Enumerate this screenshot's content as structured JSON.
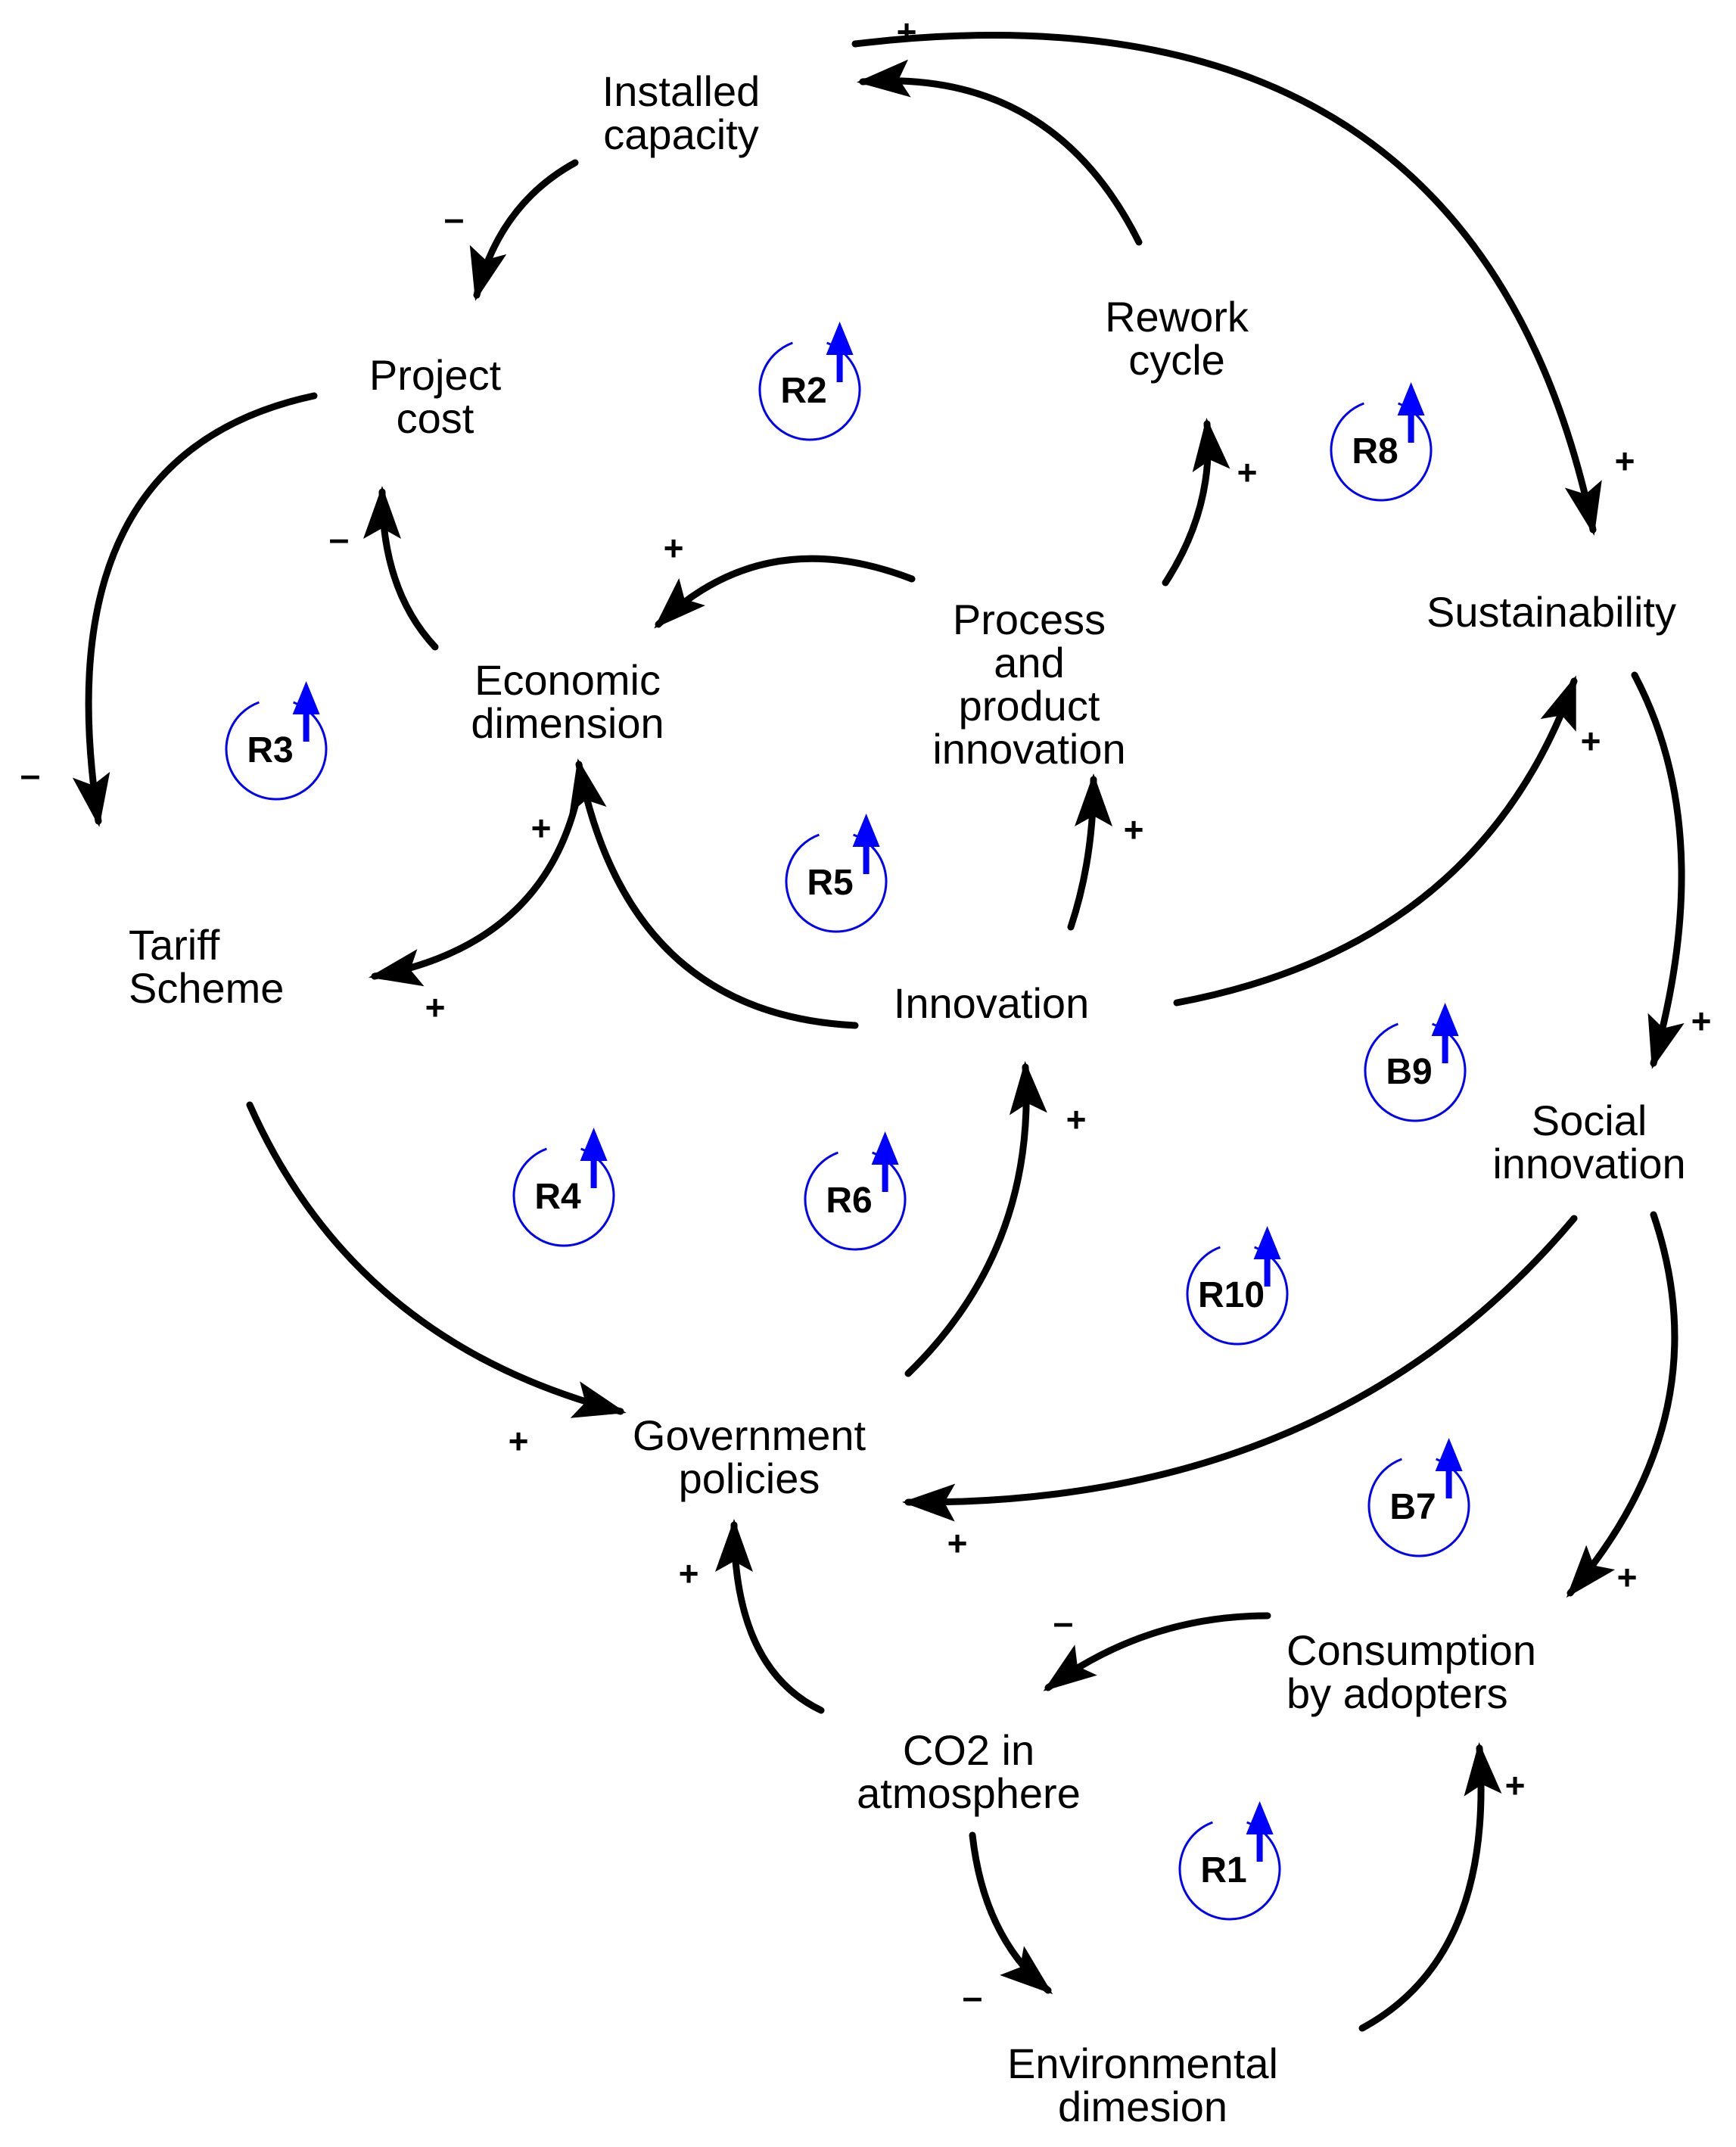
{
  "nodes": {
    "installed_capacity": [
      "Installed",
      "capacity"
    ],
    "project_cost": [
      "Project",
      "cost"
    ],
    "rework_cycle": [
      "Rework",
      "cycle"
    ],
    "sustainability": [
      "Sustainability"
    ],
    "economic_dimension": [
      "Economic",
      "dimension"
    ],
    "process_product_innovation": [
      "Process",
      "and",
      "product",
      "innovation"
    ],
    "tariff_scheme": [
      "Tariff",
      "Scheme"
    ],
    "innovation": [
      "Innovation"
    ],
    "social_innovation": [
      "Social",
      "innovation"
    ],
    "government_policies": [
      "Government",
      "policies"
    ],
    "consumption_by_adopters": [
      "Consumption",
      "by adopters"
    ],
    "co2_in_atmosphere": [
      "CO2 in",
      "atmosphere"
    ],
    "environmental_dimesion": [
      "Environmental",
      "dimesion"
    ]
  },
  "links": [
    {
      "id": "capacity-to-cost",
      "polarity": "–"
    },
    {
      "id": "cost-to-tariff",
      "polarity": "–"
    },
    {
      "id": "rework-to-capacity",
      "polarity": ""
    },
    {
      "id": "capacity-to-sustainability",
      "polarity": "+"
    },
    {
      "id": "capacity-to-sustainability-tail",
      "polarity": "+"
    },
    {
      "id": "economic-to-cost",
      "polarity": "–"
    },
    {
      "id": "process-to-economic",
      "polarity": "+"
    },
    {
      "id": "process-to-rework",
      "polarity": "+"
    },
    {
      "id": "innovation-to-process",
      "polarity": "+"
    },
    {
      "id": "innovation-to-economic",
      "polarity": "+"
    },
    {
      "id": "economic-to-tariff",
      "polarity": "+"
    },
    {
      "id": "innovation-to-sustainability",
      "polarity": "+"
    },
    {
      "id": "sustainability-to-social",
      "polarity": "+"
    },
    {
      "id": "tariff-to-government",
      "polarity": "+"
    },
    {
      "id": "government-to-innovation",
      "polarity": "+"
    },
    {
      "id": "social-to-government",
      "polarity": "+"
    },
    {
      "id": "social-to-consumption",
      "polarity": "+"
    },
    {
      "id": "consumption-to-co2",
      "polarity": "–"
    },
    {
      "id": "co2-to-government",
      "polarity": "+"
    },
    {
      "id": "co2-to-environmental",
      "polarity": "–"
    },
    {
      "id": "environmental-to-consumption",
      "polarity": "+"
    }
  ],
  "loops": [
    "R1",
    "R2",
    "R3",
    "R4",
    "R5",
    "R6",
    "B7",
    "R8",
    "B9",
    "R10"
  ],
  "colors": {
    "link": "#000000",
    "loop": "#0000ff",
    "text": "#000000",
    "background": "#ffffff"
  }
}
